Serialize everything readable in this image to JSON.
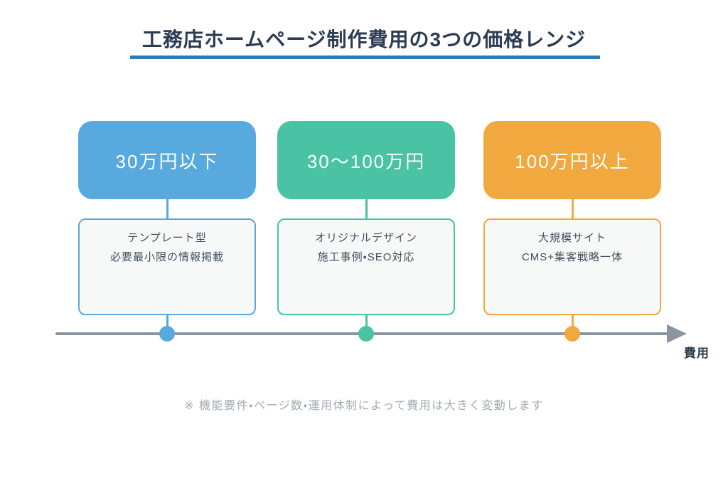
{
  "title": {
    "text": "工務店ホームページ制作費用の3つの価格レンジ"
  },
  "colors": {
    "title_text": "#2b3c53",
    "title_underline": "#2e7cb6",
    "axis": "#8a95a1",
    "axis_label_text": "#2c3e50",
    "card_background": "#f7f9f9",
    "card_text": "#414e5c",
    "note_text": "#a3abb3"
  },
  "ranges": [
    {
      "price_label": "30万円以下",
      "color": "#58a9de",
      "details": [
        "テンプレート型",
        "必要最小限の情報掲載"
      ]
    },
    {
      "price_label": "30〜100万円",
      "color": "#49c3a4",
      "details": [
        "オリジナルデザイン",
        "施工事例・SEO対応"
      ]
    },
    {
      "price_label": "100万円以上",
      "color": "#f1a83f",
      "details": [
        "大規模サイト",
        "CMS+集客戦略一体"
      ]
    }
  ],
  "axis": {
    "label": "費用"
  },
  "note": {
    "text": "※ 機能要件・ページ数・運用体制によって費用は大きく変動します"
  }
}
